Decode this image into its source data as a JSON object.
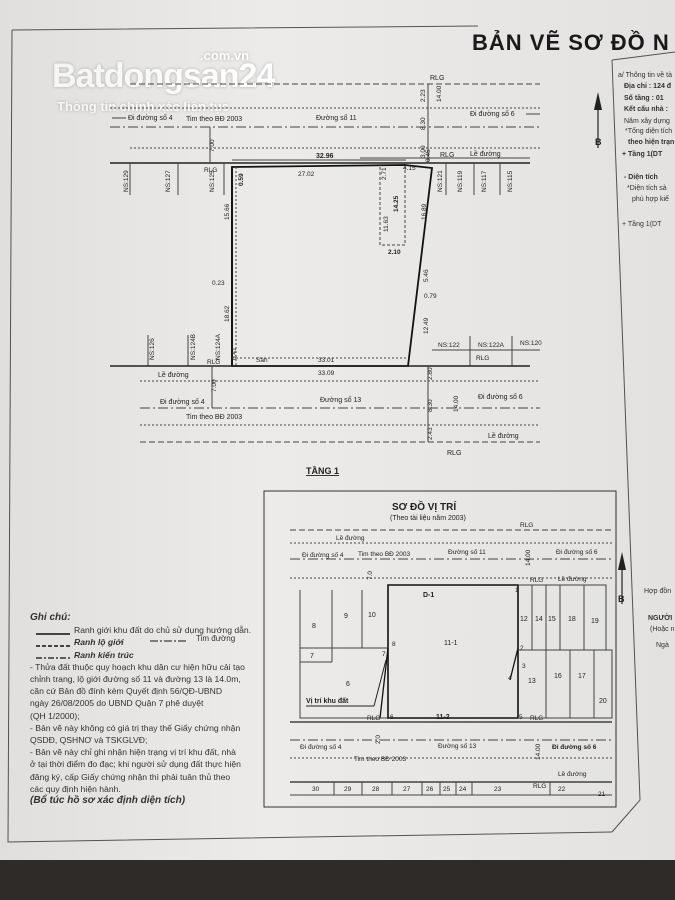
{
  "title": "BẢN VẼ SƠ ĐỒ N",
  "watermark": {
    "domain": ".com.vn",
    "brand": "Batdongsan24",
    "tagline": "Thông tin chính xác liên tục"
  },
  "side_panel": [
    "a/ Thông tin về tà",
    "Địa chỉ : 124 đ",
    "Số tầng : 01",
    "Kết cấu nhà : ",
    "Năm xây dựng",
    "*Tổng diện tích",
    "theo hiện trạn",
    "+ Tầng 1(DT",
    "- Diện tích",
    "*Diện tích sà",
    "phù hợp kiế",
    "+ Tầng 1(DT",
    "Hợp đồn",
    "NGƯỜI",
    "(Hoặc n",
    "Ngà"
  ],
  "north_label": "B",
  "plan": {
    "caption": "TẦNG 1",
    "labels": {
      "rlg": "RLG",
      "le_duong": "Lề đường",
      "tim_duong": "Tim theo BĐ 2003",
      "di_duong_4": "Đi đường số 4",
      "di_duong_6": "Đi đường số 6",
      "duong_11": "Đường số 11",
      "duong_13": "Đường số 13",
      "san": "Sân"
    },
    "houses_top": [
      "NS:129",
      "NS:127",
      "NS:125",
      "NS:121",
      "NS:119",
      "NS:117",
      "NS:115"
    ],
    "houses_bottom": [
      "NS:126",
      "NS:124B",
      "NS:124A",
      "NS:122",
      "NS:122A",
      "NS:120"
    ],
    "dims": {
      "top_total": "32.96",
      "top_seg": "27.02",
      "right_offset": "4.15",
      "d_271": "2.71",
      "d_1425": "14.25",
      "d_1163": "11.63",
      "d_210": "2.10",
      "d_1689": "16.89",
      "d_546": "5.46",
      "d_079": "0.79",
      "d_1249": "12.49",
      "d_1566": "15.66",
      "d_023": "0.23",
      "d_1862": "18.62",
      "d_041": "0.41",
      "d_359": "0.59",
      "d_045": "0.45",
      "bottom_inner": "33.01",
      "bottom_outer": "33.09",
      "road_top_1": "2.23",
      "road_top_2": "14.00",
      "road_top_3": "8.30",
      "road_top_4": "3.00",
      "road_top_left": "7.00",
      "road_bot_1": "2.80",
      "road_bot_2": "8.30",
      "road_bot_3": "14.00",
      "road_bot_4": "2.43",
      "road_bot_left": "7.00"
    }
  },
  "location": {
    "title": "SƠ ĐỒ VỊ TRÍ",
    "subtitle": "(Theo tài liệu năm 2003)",
    "point_d1": "D-1",
    "marker": "Vị trí khu đất",
    "parcels_top": [
      "8",
      "9",
      "10",
      "11-1",
      "12",
      "14",
      "15",
      "18",
      "19"
    ],
    "parcels_bottom": [
      "7",
      "6",
      "13",
      "16",
      "17",
      "20",
      "11-2"
    ],
    "points": [
      "1",
      "2",
      "3",
      "4",
      "5",
      "6",
      "7",
      "8"
    ],
    "bottom_row": [
      "30",
      "29",
      "28",
      "27",
      "26",
      "25",
      "24",
      "23",
      "22",
      "21"
    ],
    "dims": {
      "top_1": "7.0",
      "top_2": "14.00",
      "bot_1": "2.0",
      "bot_2": "14.00"
    }
  },
  "notes": {
    "heading": "Ghi chú:",
    "legend": [
      {
        "label": "Ranh giới khu đất do chủ sử dụng hướng dẫn."
      },
      {
        "label": "Ranh lộ giới",
        "extra": "Tim đường"
      },
      {
        "label": "Ranh kiến trúc"
      }
    ],
    "paragraphs": [
      "- Thửa đất thuộc quy hoạch khu dân cư hiện hữu cải tạo",
      "chỉnh trang, lộ giới đường số 11 và đường 13 là 14.0m,",
      "căn cứ Bản đồ đính kèm Quyết định 56/QĐ-UBND",
      "ngày 26/08/2005 do UBND Quận 7 phê duyệt",
      "(QH 1/2000);",
      "- Bản vẽ này không có giá trị thay thế Giấy chứng nhận",
      "QSDĐ, QSHNƠ và TSKGLVĐ;",
      "- Bản vẽ này chỉ ghi nhận hiện trạng vị trí khu đất, nhà",
      "ở tại thời điểm đo đạc; khi người sử dụng đất thực hiện",
      "đăng ký, cấp Giấy chứng nhận thì phải tuân thủ theo",
      "các quy định hiện hành."
    ],
    "closing": "(Bổ túc hồ sơ xác định diện tích)"
  }
}
